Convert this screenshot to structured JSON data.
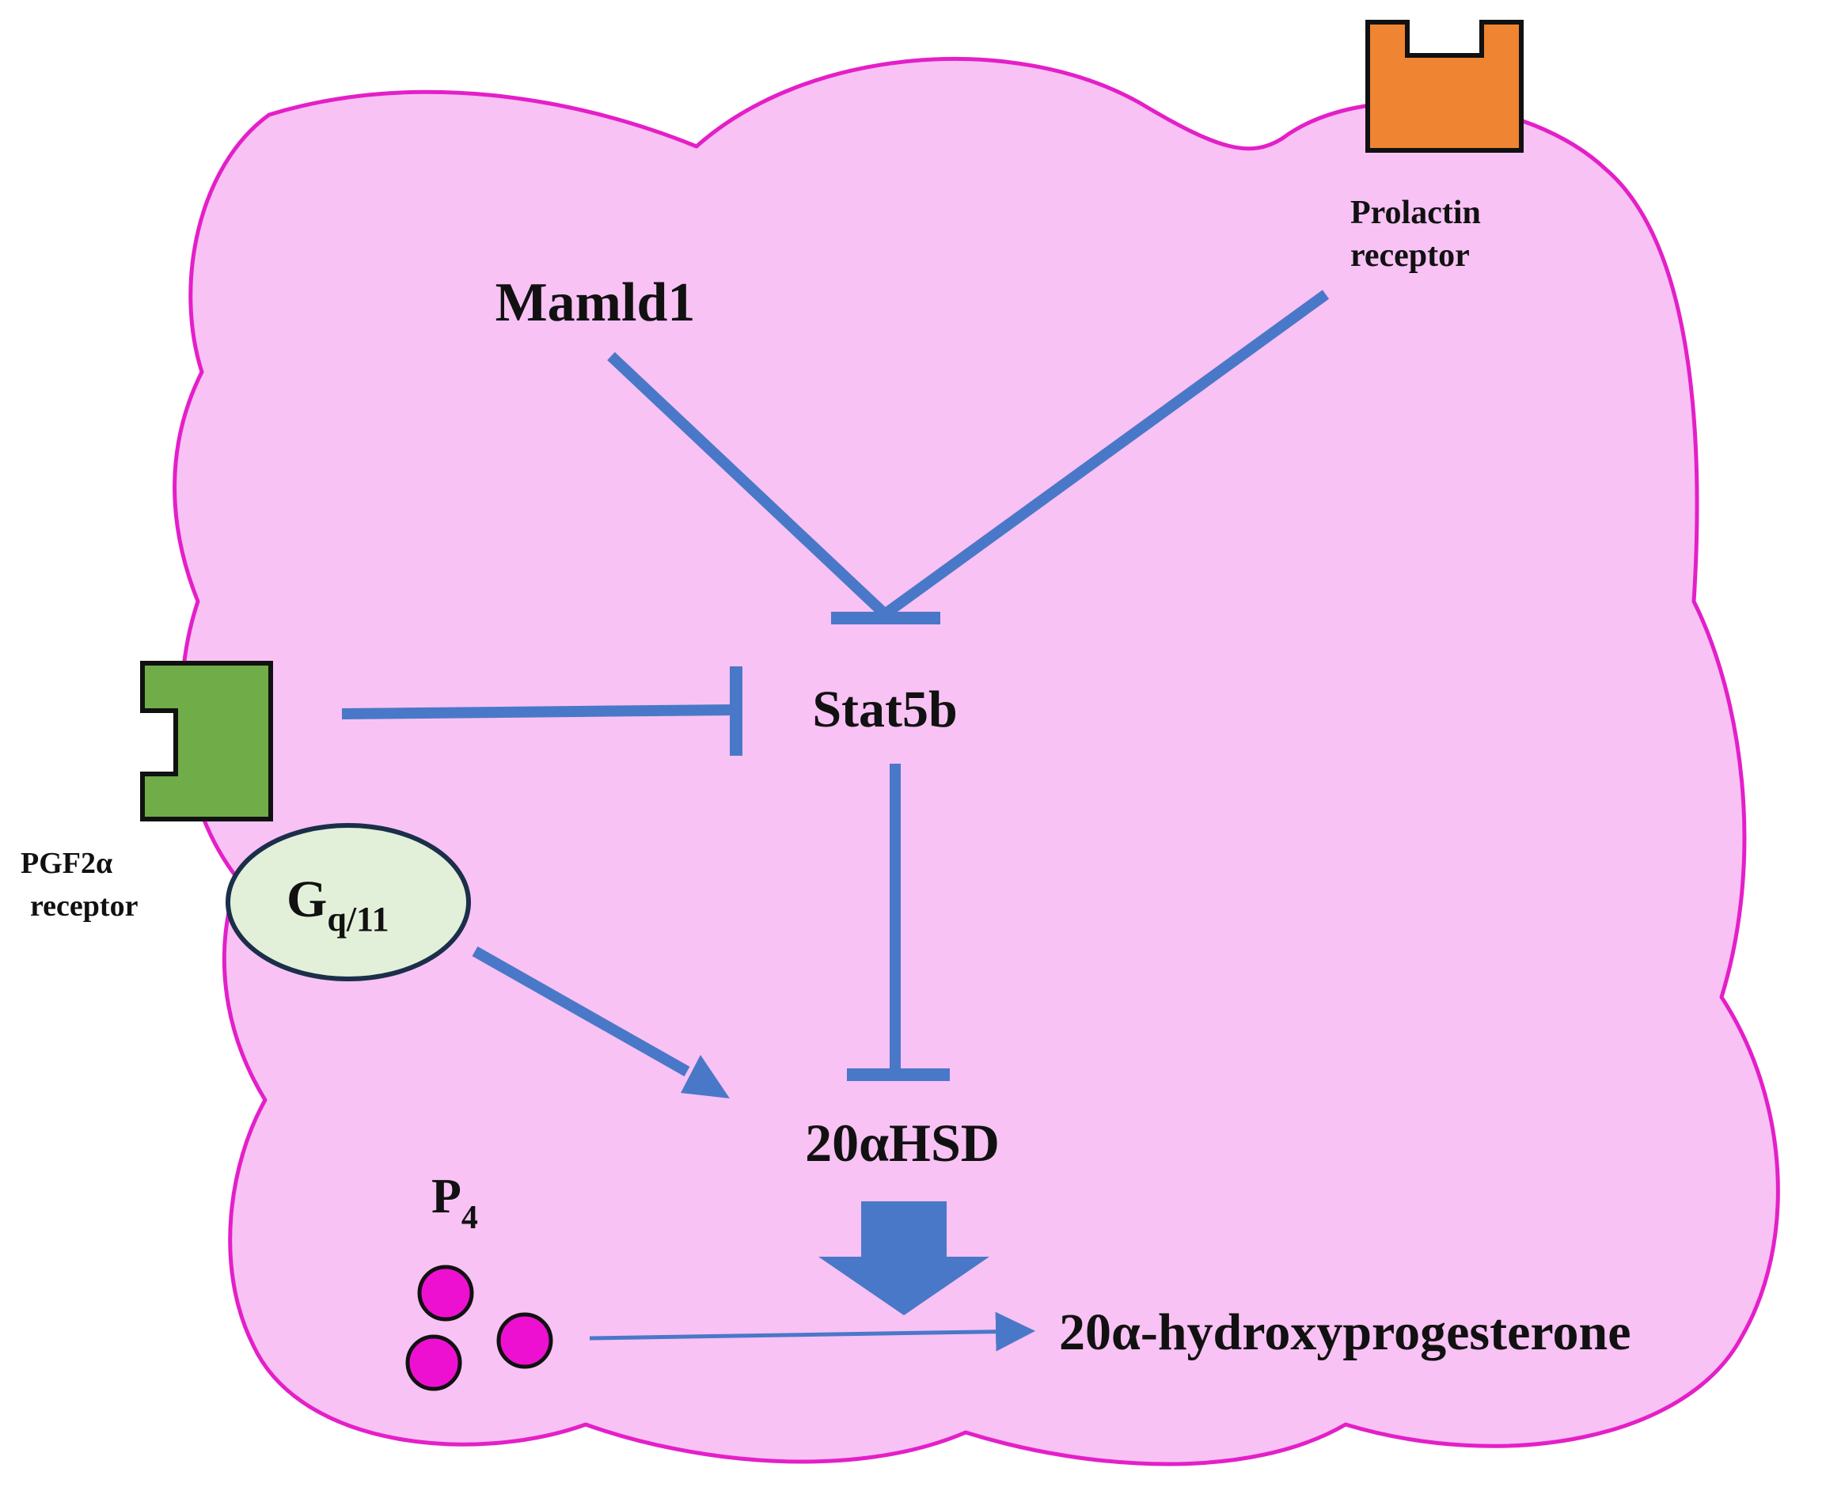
{
  "labels": {
    "mamld1": "Mamld1",
    "prolactin_receptor_line1": "Prolactin",
    "prolactin_receptor_line2": "receptor",
    "stat5b": "Stat5b",
    "pgf2a_receptor_line1": "PGF2α",
    "pgf2a_receptor_line2": "receptor",
    "gq11_main": "G",
    "gq11_sub": "q/11",
    "hsd20a": "20αHSD",
    "p4_main": "P",
    "p4_sub": "4",
    "product": "20α-hydroxyprogesterone"
  },
  "colors": {
    "cell_fill": "#f8c2f4",
    "cell_border": "#e41fc8",
    "pathway": "#4a78c8",
    "prolactin_receptor": "#ef8432",
    "pgf2a_receptor": "#70ac48",
    "gq11_fill": "#e2f0d9",
    "gq11_border": "#1b2e4a",
    "progesterone": "#ee10d0"
  }
}
